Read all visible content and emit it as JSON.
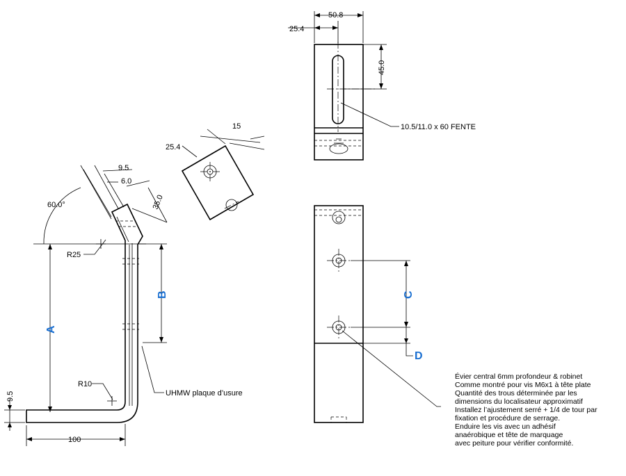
{
  "dimensions": {
    "angle": "60.0°",
    "d9_5_top": "9.5",
    "d6_0": "6.0",
    "d35_0": "35.0",
    "r25": "R25",
    "r10": "R10",
    "d9_5_left": "9.5",
    "d100": "100",
    "d25_4_side": "25.4",
    "d15": "15",
    "d50_8": "50.8",
    "d25_4_top": "25.4",
    "d45_0": "45.0"
  },
  "labels": {
    "A": "A",
    "B": "B",
    "C": "C",
    "D": "D",
    "uhmw": "UHMW plaque d’usure",
    "slot": "10.5/11.0 x 60 FENTE"
  },
  "note_lines": [
    "Évier central 6mm profondeur & robinet",
    "Comme montré pour vis M6x1 à tête plate",
    "Quantité des trous déterminée par les",
    "dimensions du localisateur approximatif",
    "Installez l’ajustement serré + 1/4 de tour par",
    "fixation et procédure de serrage.",
    "Enduire les vis avec un adhésif",
    "anaérobique et tête de marquage",
    "avec peiture pour vérifier conformité."
  ],
  "colors": {
    "accent": "#1a6fd1",
    "line": "#000000"
  }
}
